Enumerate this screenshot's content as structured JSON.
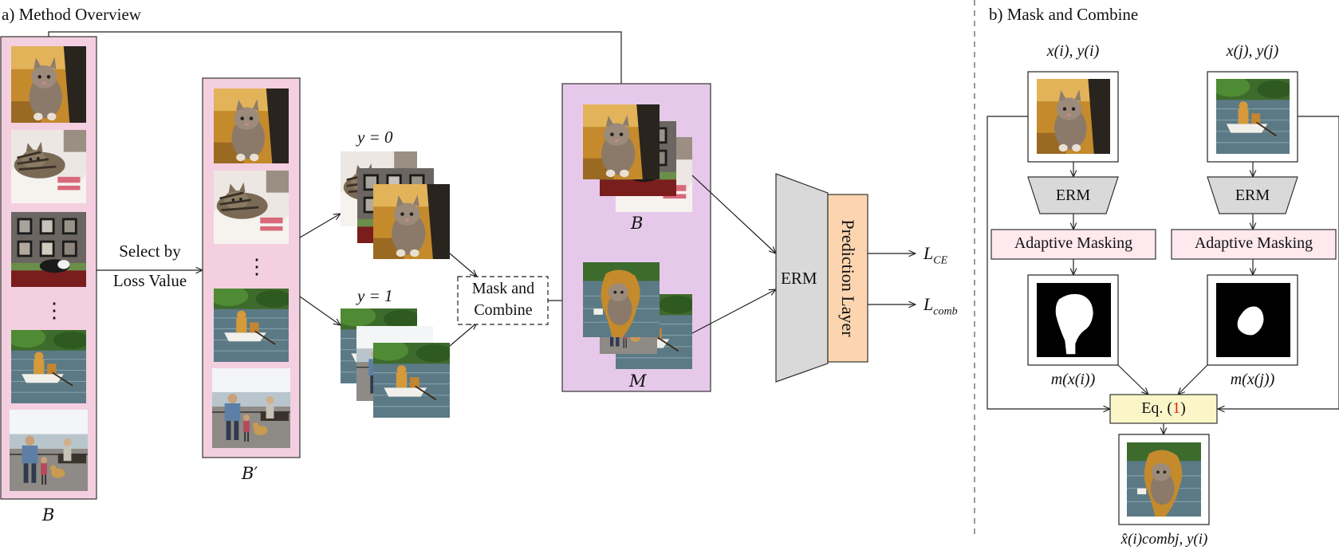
{
  "sections": {
    "a_title": "a) Method Overview",
    "b_title": "b) Mask and Combine"
  },
  "labels": {
    "batch": "B",
    "batch_prime": "B′",
    "select_line1": "Select by",
    "select_line2": "Loss Value",
    "y0": "y = 0",
    "y1": "y = 1",
    "mask_line1": "Mask and",
    "mask_line2": "Combine",
    "out_batch": "B",
    "out_mixed": "M",
    "erm": "ERM",
    "prediction_layer": "Prediction Layer",
    "loss_ce": "L",
    "loss_ce_sub": "CE",
    "loss_comb": "L",
    "loss_comb_sub": "comb",
    "xi_yi": "x(i), y(i)",
    "xj_yj": "x(j), y(j)",
    "erm_left": "ERM",
    "erm_right": "ERM",
    "adaptive_left": "Adaptive Masking",
    "adaptive_right": "Adaptive Masking",
    "m_xi": "m(x(i))",
    "m_xj": "m(x(j))",
    "eq_prefix": "Eq. (",
    "eq_ref": "1",
    "eq_suffix": ")",
    "x_comb": "x̂(i)combj, y(i)",
    "dots1": "⋮",
    "dots2": "⋮"
  },
  "colors": {
    "pink_panel": "#f3cfe0",
    "purple_panel": "#e6c9ea",
    "erm_gray": "#d9d9d9",
    "prediction_orange": "#fcd5b0",
    "adaptive_pink": "#fde9ee",
    "eq_yellow": "#fbf6c8",
    "eq_ref_red": "#e0201b"
  }
}
